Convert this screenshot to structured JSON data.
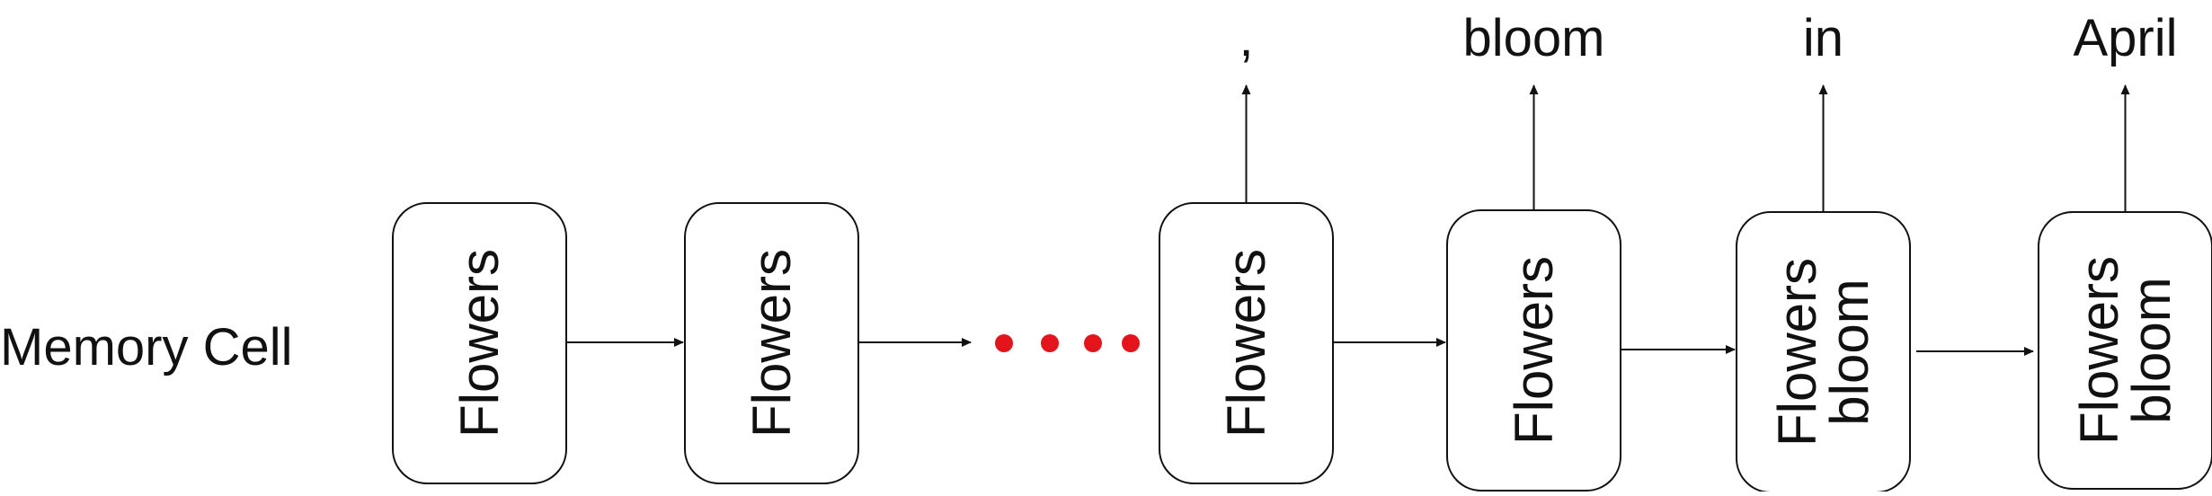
{
  "row_label": "Memory Cell",
  "cells": [
    {
      "lines": [
        "Flowers"
      ]
    },
    {
      "lines": [
        "Flowers"
      ]
    },
    {
      "lines": [
        "Flowers"
      ],
      "output": ","
    },
    {
      "lines": [
        "Flowers"
      ],
      "output": "bloom"
    },
    {
      "lines": [
        "Flowers",
        "bloom"
      ],
      "output": "in"
    },
    {
      "lines": [
        "Flowers",
        "bloom"
      ],
      "output": "April"
    }
  ],
  "ellipsis_dots": 4,
  "colors": {
    "stroke": "#111111",
    "dot": "#e3141b",
    "text": "#111111"
  }
}
